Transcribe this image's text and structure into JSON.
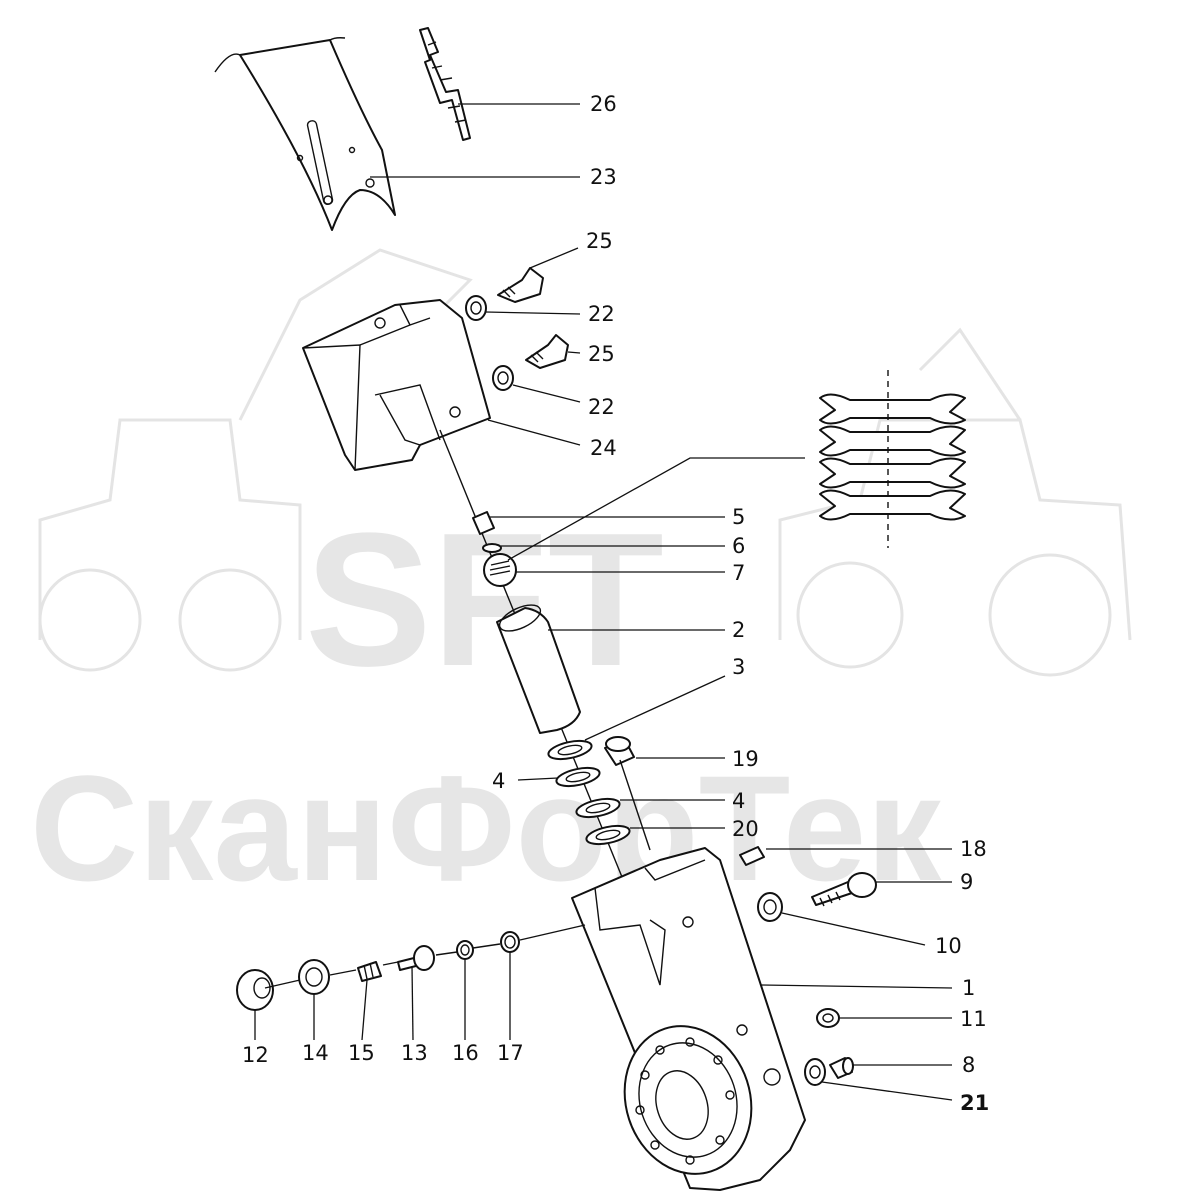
{
  "watermark": {
    "logo_text": "SFT",
    "company_text": "СканФорТек"
  },
  "callouts": [
    {
      "id": "26",
      "text": "26"
    },
    {
      "id": "23",
      "text": "23"
    },
    {
      "id": "25a",
      "text": "25"
    },
    {
      "id": "22a",
      "text": "22"
    },
    {
      "id": "25b",
      "text": "25"
    },
    {
      "id": "22b",
      "text": "22"
    },
    {
      "id": "24",
      "text": "24"
    },
    {
      "id": "5",
      "text": "5"
    },
    {
      "id": "6",
      "text": "6"
    },
    {
      "id": "7",
      "text": "7"
    },
    {
      "id": "2",
      "text": "2"
    },
    {
      "id": "3",
      "text": "3"
    },
    {
      "id": "19",
      "text": "19"
    },
    {
      "id": "4a",
      "text": "4"
    },
    {
      "id": "4b",
      "text": "4"
    },
    {
      "id": "20",
      "text": "20"
    },
    {
      "id": "18",
      "text": "18"
    },
    {
      "id": "9",
      "text": "9"
    },
    {
      "id": "10",
      "text": "10"
    },
    {
      "id": "1",
      "text": "1"
    },
    {
      "id": "11",
      "text": "11"
    },
    {
      "id": "8",
      "text": "8"
    },
    {
      "id": "21",
      "text": "21"
    },
    {
      "id": "12",
      "text": "12"
    },
    {
      "id": "14",
      "text": "14"
    },
    {
      "id": "15",
      "text": "15"
    },
    {
      "id": "13",
      "text": "13"
    },
    {
      "id": "16",
      "text": "16"
    },
    {
      "id": "17",
      "text": "17"
    }
  ]
}
